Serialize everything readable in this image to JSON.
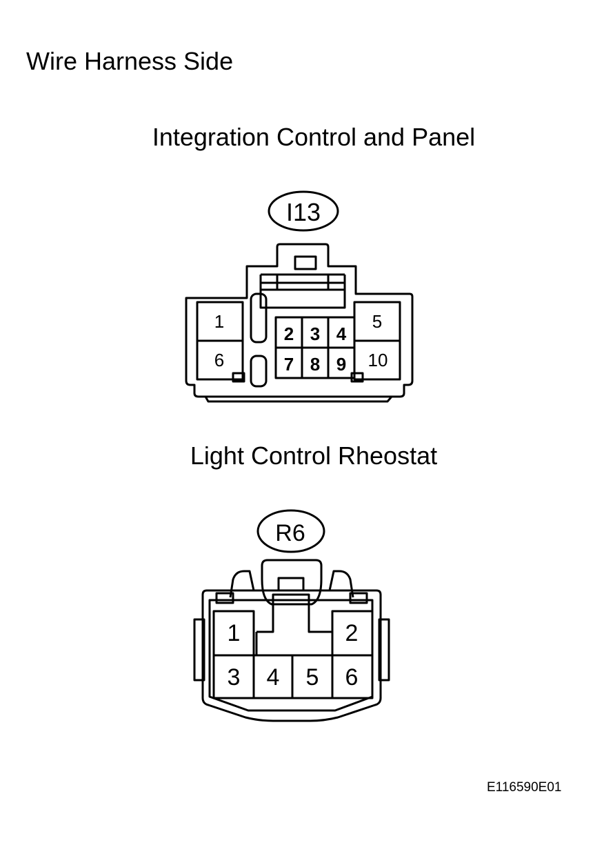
{
  "heading": "Wire Harness Side",
  "figure_id": "E116590E01",
  "connectors": [
    {
      "title": "Integration Control and Panel",
      "code": "I13",
      "pins": [
        "1",
        "2",
        "3",
        "4",
        "5",
        "6",
        "7",
        "8",
        "9",
        "10"
      ]
    },
    {
      "title": "Light Control Rheostat",
      "code": "R6",
      "pins": [
        "1",
        "2",
        "3",
        "4",
        "5",
        "6"
      ]
    }
  ]
}
